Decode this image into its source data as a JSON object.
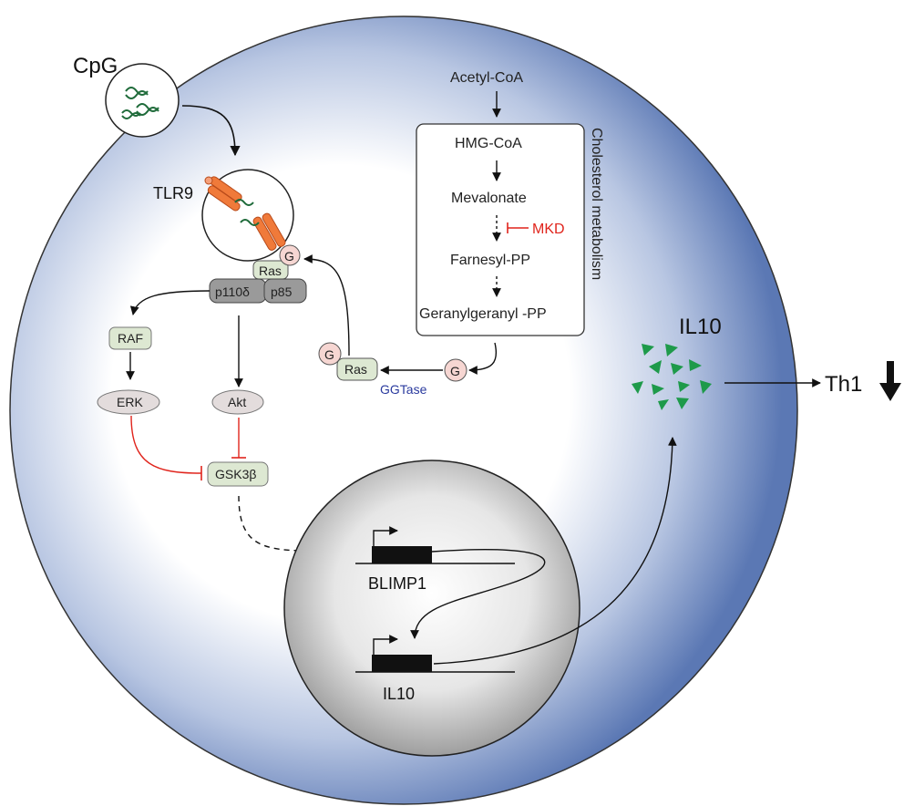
{
  "labels": {
    "cpg": "CpG",
    "tlr9": "TLR9",
    "ras_receptor": "Ras",
    "g_receptor": "G",
    "p110": "p110δ",
    "p85": "p85",
    "raf": "RAF",
    "erk": "ERK",
    "akt": "Akt",
    "gsk3b": "GSK3β",
    "g_free": "G",
    "ras_free": "Ras",
    "g_bound": "G",
    "ggtase": "GGTase",
    "acetyl_coa": "Acetyl-CoA",
    "hmg_coa": "HMG-CoA",
    "mevalonate": "Mevalonate",
    "mkd": "MKD",
    "farnesyl_pp": "Farnesyl-PP",
    "geranylgeranyl_pp": "Geranylgeranyl -PP",
    "cholesterol_metabolism": "Cholesterol metabolism",
    "blimp1": "BLIMP1",
    "il10_gene": "IL10",
    "il10_secreted": "IL10",
    "th1": "Th1"
  },
  "colors": {
    "cell_fill_outer": "#5b78b4",
    "cell_fill_inner": "#ffffff",
    "nucleus_outer": "#9a9a9a",
    "receptor_orange": "#f07a3a",
    "green_box": "#dde8d2",
    "grey_box": "#9a9a9a",
    "ellipse_fill": "#e3dcdc",
    "pink_g": "#f6d6d2",
    "inhibit_red": "#e0241c",
    "il10_green": "#1e9a4a"
  }
}
